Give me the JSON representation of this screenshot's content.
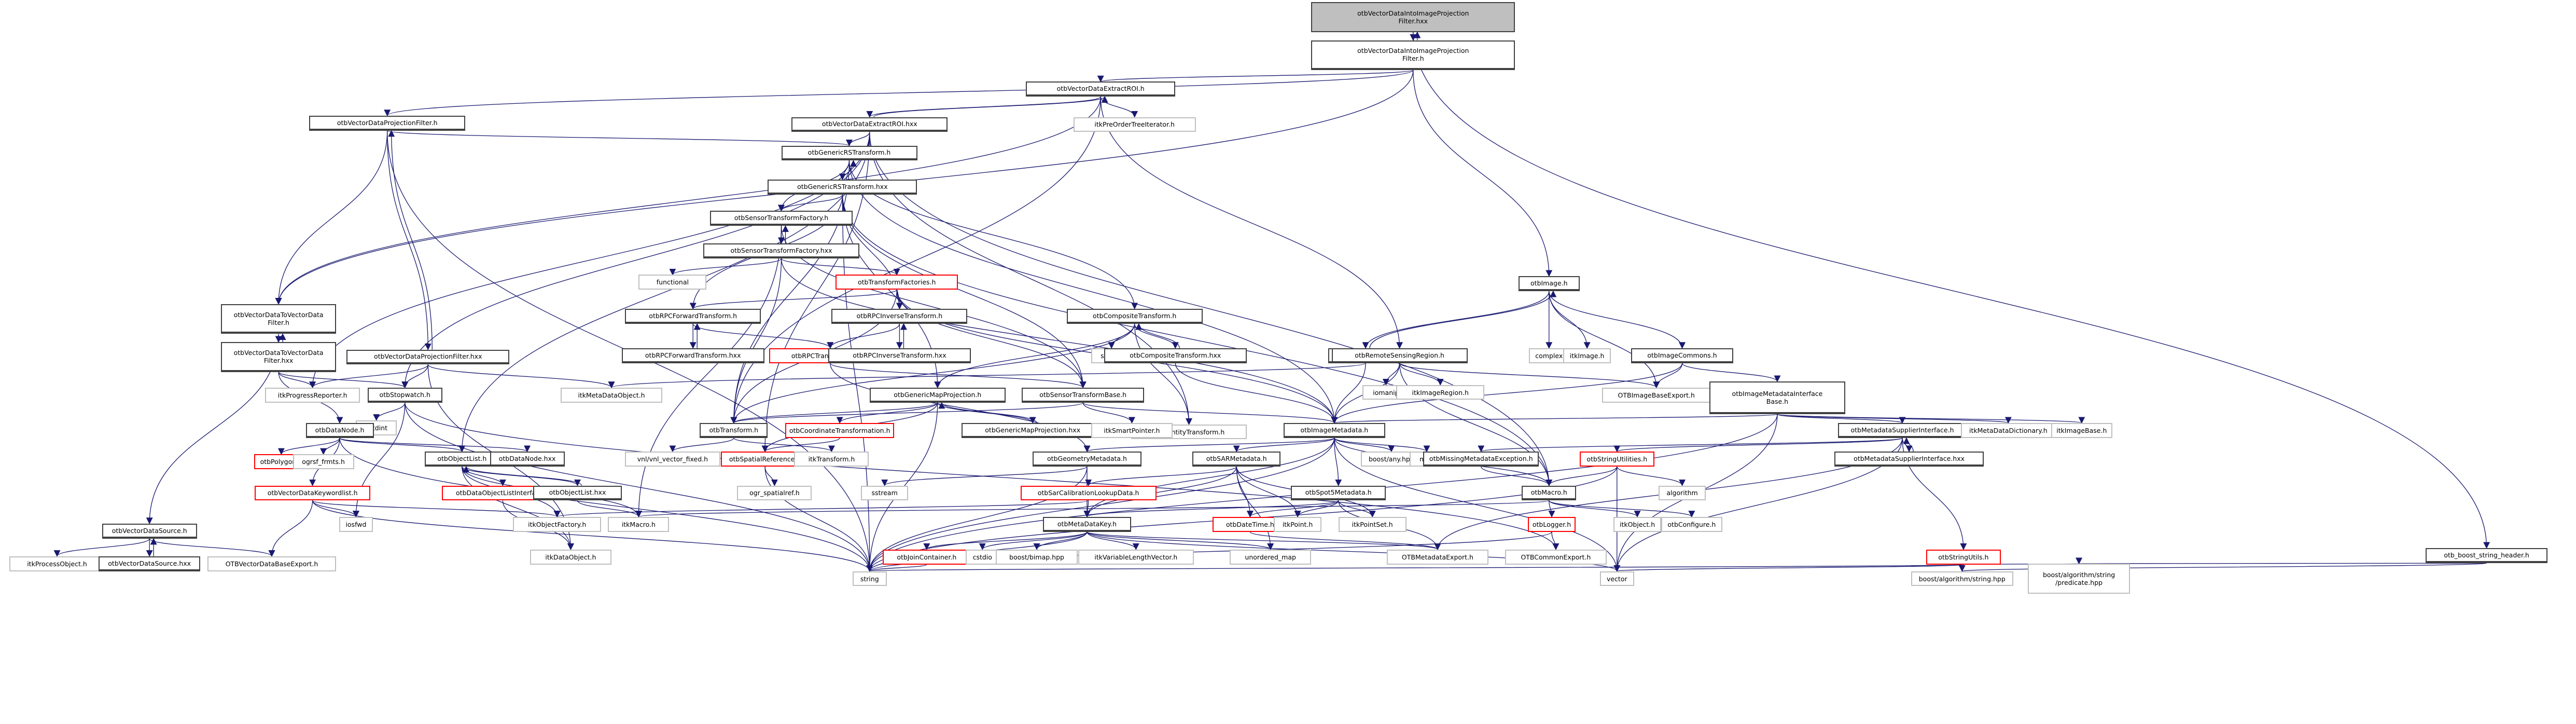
{
  "title": "otbVectorDataIntoImageProjectionFilter.hxx include dependency graph",
  "colors": {
    "edge": "#191970",
    "root_fill": "#bfbfbf",
    "red_border": "#ff0000",
    "external_border": "#bfbfbf"
  },
  "nodes": [
    {
      "id": "root",
      "label": "otbVectorDataIntoImageProjection\nFilter.hxx",
      "kind": "root"
    },
    {
      "id": "vdiipf_h",
      "label": "otbVectorDataIntoImageProjection\nFilter.h",
      "kind": "doc"
    },
    {
      "id": "vdextract_h",
      "label": "otbVectorDataExtractROI.h",
      "kind": "doc"
    },
    {
      "id": "vdproj_h",
      "label": "otbVectorDataProjectionFilter.h",
      "kind": "doc"
    },
    {
      "id": "vdextract_hxx",
      "label": "otbVectorDataExtractROI.hxx",
      "kind": "doc"
    },
    {
      "id": "preorder",
      "label": "itkPreOrderTreeIterator.h",
      "kind": "ext"
    },
    {
      "id": "genrs_h",
      "label": "otbGenericRSTransform.h",
      "kind": "doc"
    },
    {
      "id": "genrs_hxx",
      "label": "otbGenericRSTransform.hxx",
      "kind": "doc"
    },
    {
      "id": "stf_h",
      "label": "otbSensorTransformFactory.h",
      "kind": "doc"
    },
    {
      "id": "stf_hxx",
      "label": "otbSensorTransformFactory.hxx",
      "kind": "doc"
    },
    {
      "id": "functional",
      "label": "functional",
      "kind": "ext"
    },
    {
      "id": "tfactories",
      "label": "otbTransformFactories.h",
      "kind": "red"
    },
    {
      "id": "rpcfwd_h",
      "label": "otbRPCForwardTransform.h",
      "kind": "doc"
    },
    {
      "id": "rpcinv_h",
      "label": "otbRPCInverseTransform.h",
      "kind": "doc"
    },
    {
      "id": "rpcfwd_hxx",
      "label": "otbRPCForwardTransform.hxx",
      "kind": "doc"
    },
    {
      "id": "rpcbase",
      "label": "otbRPCTransformBase.h",
      "kind": "red"
    },
    {
      "id": "rpcinv_hxx",
      "label": "otbRPCInverseTransform.hxx",
      "kind": "doc"
    },
    {
      "id": "comp_h",
      "label": "otbCompositeTransform.h",
      "kind": "doc"
    },
    {
      "id": "stdio",
      "label": "stdio.h",
      "kind": "ext"
    },
    {
      "id": "comp_hxx",
      "label": "otbCompositeTransform.hxx",
      "kind": "doc"
    },
    {
      "id": "identity",
      "label": "itkIdentityTransform.h",
      "kind": "ext"
    },
    {
      "id": "image_h",
      "label": "otbImage.h",
      "kind": "doc"
    },
    {
      "id": "complex",
      "label": "complex",
      "kind": "ext"
    },
    {
      "id": "itkimage",
      "label": "itkImage.h",
      "kind": "ext"
    },
    {
      "id": "imgcommons",
      "label": "otbImageCommons.h",
      "kind": "doc"
    },
    {
      "id": "image_hxx",
      "label": "otbImage.hxx",
      "kind": "doc"
    },
    {
      "id": "rsregion",
      "label": "otbRemoteSensingRegion.h",
      "kind": "doc"
    },
    {
      "id": "iomanip",
      "label": "iomanip",
      "kind": "ext"
    },
    {
      "id": "itkimgregion",
      "label": "itkImageRegion.h",
      "kind": "ext"
    },
    {
      "id": "imgbaseexport",
      "label": "OTBImageBaseExport.h",
      "kind": "ext"
    },
    {
      "id": "imibase",
      "label": "otbImageMetadataInterface\nBase.h",
      "kind": "doc"
    },
    {
      "id": "vd2vd_h",
      "label": "otbVectorDataToVectorData\nFilter.h",
      "kind": "doc"
    },
    {
      "id": "vd2vd_hxx",
      "label": "otbVectorDataToVectorData\nFilter.hxx",
      "kind": "doc"
    },
    {
      "id": "vdproj_hxx",
      "label": "otbVectorDataProjectionFilter.hxx",
      "kind": "doc"
    },
    {
      "id": "progress",
      "label": "itkProgressReporter.h",
      "kind": "ext"
    },
    {
      "id": "stopwatch",
      "label": "otbStopwatch.h",
      "kind": "doc"
    },
    {
      "id": "metadataobj",
      "label": "itkMetaDataObject.h",
      "kind": "ext"
    },
    {
      "id": "cstdint",
      "label": "cstdint",
      "kind": "ext"
    },
    {
      "id": "datanode_h",
      "label": "otbDataNode.h",
      "kind": "doc"
    },
    {
      "id": "genmap_h",
      "label": "otbGenericMapProjection.h",
      "kind": "doc"
    },
    {
      "id": "stbase",
      "label": "otbSensorTransformBase.h",
      "kind": "doc"
    },
    {
      "id": "genmap_hxx",
      "label": "otbGenericMapProjection.hxx",
      "kind": "doc"
    },
    {
      "id": "smartptr",
      "label": "itkSmartPointer.h",
      "kind": "ext"
    },
    {
      "id": "transform_h",
      "label": "otbTransform.h",
      "kind": "doc"
    },
    {
      "id": "coordtrans",
      "label": "otbCoordinateTransformation.h",
      "kind": "red"
    },
    {
      "id": "imgmeta",
      "label": "otbImageMetadata.h",
      "kind": "doc"
    },
    {
      "id": "boostany",
      "label": "boost/any.hpp",
      "kind": "ext"
    },
    {
      "id": "map",
      "label": "map",
      "kind": "ext"
    },
    {
      "id": "mdsi_h",
      "label": "otbMetadataSupplierInterface.h",
      "kind": "doc"
    },
    {
      "id": "metadict",
      "label": "itkMetaDataDictionary.h",
      "kind": "ext"
    },
    {
      "id": "imagebase",
      "label": "itkImageBase.h",
      "kind": "ext"
    },
    {
      "id": "polygon",
      "label": "otbPolygon.h",
      "kind": "red"
    },
    {
      "id": "ogrsf",
      "label": "ogrsf_frmts.h",
      "kind": "ext"
    },
    {
      "id": "objlist_h",
      "label": "otbObjectList.h",
      "kind": "doc"
    },
    {
      "id": "datanode_hxx",
      "label": "otbDataNode.hxx",
      "kind": "doc"
    },
    {
      "id": "vnlfixed",
      "label": "vnl/vnl_vector_fixed.h",
      "kind": "ext"
    },
    {
      "id": "spatialref",
      "label": "otbSpatialReference.h",
      "kind": "red"
    },
    {
      "id": "itktransform",
      "label": "itkTransform.h",
      "kind": "ext"
    },
    {
      "id": "geommeta",
      "label": "otbGeometryMetadata.h",
      "kind": "doc"
    },
    {
      "id": "sarmeta",
      "label": "otbSARMetadata.h",
      "kind": "doc"
    },
    {
      "id": "missingmeta",
      "label": "otbMissingMetadataException.h",
      "kind": "doc"
    },
    {
      "id": "strutilities",
      "label": "otbStringUtilities.h",
      "kind": "red"
    },
    {
      "id": "mdsi_hxx",
      "label": "otbMetadataSupplierInterface.hxx",
      "kind": "doc"
    },
    {
      "id": "vdsource_h",
      "label": "otbVectorDataSource.h",
      "kind": "doc"
    },
    {
      "id": "vdkeyword",
      "label": "otbVectorDataKeywordlist.h",
      "kind": "red"
    },
    {
      "id": "dolistif",
      "label": "otbDataObjectListInterface.h",
      "kind": "red"
    },
    {
      "id": "objlist_hxx",
      "label": "otbObjectList.hxx",
      "kind": "doc"
    },
    {
      "id": "ogrspatial",
      "label": "ogr_spatialref.h",
      "kind": "ext"
    },
    {
      "id": "sstream",
      "label": "sstream",
      "kind": "ext"
    },
    {
      "id": "sarcalib",
      "label": "otbSarCalibrationLookupData.h",
      "kind": "red"
    },
    {
      "id": "spot5",
      "label": "otbSpot5Metadata.h",
      "kind": "doc"
    },
    {
      "id": "otbmacro",
      "label": "otbMacro.h",
      "kind": "doc"
    },
    {
      "id": "algorithm",
      "label": "algorithm",
      "kind": "ext"
    },
    {
      "id": "processobj",
      "label": "itkProcessObject.h",
      "kind": "ext"
    },
    {
      "id": "vdsource_hxx",
      "label": "otbVectorDataSource.hxx",
      "kind": "doc"
    },
    {
      "id": "vdbaseexport",
      "label": "OTBVectorDataBaseExport.h",
      "kind": "ext"
    },
    {
      "id": "iosfwd",
      "label": "iosfwd",
      "kind": "ext"
    },
    {
      "id": "objfactory",
      "label": "itkObjectFactory.h",
      "kind": "ext"
    },
    {
      "id": "itkmacro",
      "label": "itkMacro.h",
      "kind": "ext"
    },
    {
      "id": "metadatakey",
      "label": "otbMetaDataKey.h",
      "kind": "doc"
    },
    {
      "id": "datetime",
      "label": "otbDateTime.h",
      "kind": "red"
    },
    {
      "id": "itkpoint",
      "label": "itkPoint.h",
      "kind": "ext"
    },
    {
      "id": "pointset",
      "label": "itkPointSet.h",
      "kind": "ext"
    },
    {
      "id": "logger",
      "label": "otbLogger.h",
      "kind": "red"
    },
    {
      "id": "itkobject",
      "label": "itkObject.h",
      "kind": "ext"
    },
    {
      "id": "configure",
      "label": "otbConfigure.h",
      "kind": "ext"
    },
    {
      "id": "dataobject",
      "label": "itkDataObject.h",
      "kind": "ext"
    },
    {
      "id": "joincontainer",
      "label": "otbJoinContainer.h",
      "kind": "red"
    },
    {
      "id": "cstdio",
      "label": "cstdio",
      "kind": "ext"
    },
    {
      "id": "bimap",
      "label": "boost/bimap.hpp",
      "kind": "ext"
    },
    {
      "id": "varlen",
      "label": "itkVariableLengthVector.h",
      "kind": "ext"
    },
    {
      "id": "unordered",
      "label": "unordered_map",
      "kind": "ext"
    },
    {
      "id": "metaexport",
      "label": "OTBMetadataExport.h",
      "kind": "ext"
    },
    {
      "id": "commonexport",
      "label": "OTBCommonExport.h",
      "kind": "ext"
    },
    {
      "id": "strutils",
      "label": "otbStringUtils.h",
      "kind": "red"
    },
    {
      "id": "boostheader",
      "label": "otb_boost_string_header.h",
      "kind": "doc"
    },
    {
      "id": "string",
      "label": "string",
      "kind": "ext"
    },
    {
      "id": "vector",
      "label": "vector",
      "kind": "ext"
    },
    {
      "id": "boostalgo",
      "label": "boost/algorithm/string.hpp",
      "kind": "ext"
    },
    {
      "id": "predicate",
      "label": "boost/algorithm/string\n/predicate.hpp",
      "kind": "ext"
    }
  ],
  "edges": [
    [
      "root",
      "vdiipf_h"
    ],
    [
      "vdiipf_h",
      "root"
    ],
    [
      "root",
      "boostheader"
    ],
    [
      "vdiipf_h",
      "vdextract_h"
    ],
    [
      "vdiipf_h",
      "vdproj_h"
    ],
    [
      "vdiipf_h",
      "vd2vd_h"
    ],
    [
      "vdiipf_h",
      "image_h"
    ],
    [
      "vdextract_h",
      "vdextract_hxx"
    ],
    [
      "vdextract_hxx",
      "vdextract_h"
    ],
    [
      "vdextract_h",
      "preorder"
    ],
    [
      "vdextract_h",
      "rsregion"
    ],
    [
      "vdextract_h",
      "vd2vd_h"
    ],
    [
      "vdextract_h",
      "transform_h"
    ],
    [
      "vdextract_hxx",
      "genrs_h"
    ],
    [
      "vdextract_hxx",
      "stopwatch"
    ],
    [
      "vdextract_hxx",
      "objlist_h"
    ],
    [
      "vdextract_hxx",
      "otbmacro"
    ],
    [
      "vdextract_hxx",
      "identity"
    ],
    [
      "vdextract_hxx",
      "spatialref"
    ],
    [
      "vdextract_hxx",
      "progress"
    ],
    [
      "vdproj_h",
      "vdproj_hxx"
    ],
    [
      "vdproj_hxx",
      "vdproj_h"
    ],
    [
      "vdproj_h",
      "genrs_h"
    ],
    [
      "vdproj_h",
      "vd2vd_h"
    ],
    [
      "vdproj_h",
      "string"
    ],
    [
      "vdproj_hxx",
      "progress"
    ],
    [
      "vdproj_hxx",
      "stopwatch"
    ],
    [
      "vdproj_hxx",
      "metadataobj"
    ],
    [
      "vdproj_hxx",
      "dataobject"
    ],
    [
      "genrs_h",
      "genrs_hxx"
    ],
    [
      "genrs_hxx",
      "genrs_h"
    ],
    [
      "genrs_h",
      "stf_h"
    ],
    [
      "genrs_h",
      "comp_h"
    ],
    [
      "genrs_h",
      "imgmeta"
    ],
    [
      "genrs_h",
      "transform_h"
    ],
    [
      "genrs_hxx",
      "stf_h"
    ],
    [
      "genrs_hxx",
      "rpcfwd_h"
    ],
    [
      "genrs_hxx",
      "rpcinv_h"
    ],
    [
      "genrs_hxx",
      "genmap_h"
    ],
    [
      "genrs_hxx",
      "stbase"
    ],
    [
      "genrs_hxx",
      "otbmacro"
    ],
    [
      "genrs_hxx",
      "string"
    ],
    [
      "stf_h",
      "stf_hxx"
    ],
    [
      "stf_hxx",
      "stf_h"
    ],
    [
      "stf_h",
      "stbase"
    ],
    [
      "stf_h",
      "itkmacro"
    ],
    [
      "stf_hxx",
      "functional"
    ],
    [
      "stf_hxx",
      "tfactories"
    ],
    [
      "stf_hxx",
      "transform_h"
    ],
    [
      "stf_hxx",
      "imgmeta"
    ],
    [
      "tfactories",
      "rpcfwd_h"
    ],
    [
      "tfactories",
      "rpcinv_h"
    ],
    [
      "tfactories",
      "stbase"
    ],
    [
      "tfactories",
      "imgmeta"
    ],
    [
      "tfactories",
      "transform_h"
    ],
    [
      "rpcfwd_h",
      "rpcfwd_hxx"
    ],
    [
      "rpcfwd_hxx",
      "rpcfwd_h"
    ],
    [
      "rpcfwd_h",
      "rpcbase"
    ],
    [
      "rpcinv_h",
      "rpcinv_hxx"
    ],
    [
      "rpcinv_hxx",
      "rpcinv_h"
    ],
    [
      "rpcinv_h",
      "rpcbase"
    ],
    [
      "rpcbase",
      "stbase"
    ],
    [
      "rpcbase",
      "geommeta"
    ],
    [
      "comp_h",
      "comp_hxx"
    ],
    [
      "comp_hxx",
      "comp_h"
    ],
    [
      "comp_h",
      "stdio"
    ],
    [
      "comp_h",
      "transform_h"
    ],
    [
      "comp_h",
      "genmap_h"
    ],
    [
      "comp_h",
      "identity"
    ],
    [
      "comp_hxx",
      "imgmeta"
    ],
    [
      "image_h",
      "image_hxx"
    ],
    [
      "image_hxx",
      "image_h"
    ],
    [
      "image_h",
      "complex"
    ],
    [
      "image_h",
      "itkimage"
    ],
    [
      "image_h",
      "imgcommons"
    ],
    [
      "image_h",
      "imgbaseexport"
    ],
    [
      "image_hxx",
      "imgmeta"
    ],
    [
      "image_hxx",
      "metadataobj"
    ],
    [
      "imgcommons",
      "imgbaseexport"
    ],
    [
      "imgcommons",
      "imibase"
    ],
    [
      "imgcommons",
      "imgmeta"
    ],
    [
      "rsregion",
      "iomanip"
    ],
    [
      "rsregion",
      "itkimgregion"
    ],
    [
      "rsregion",
      "imgbaseexport"
    ],
    [
      "rsregion",
      "imgmeta"
    ],
    [
      "rsregion",
      "otbmacro"
    ],
    [
      "imibase",
      "imgmeta"
    ],
    [
      "imibase",
      "mdsi_h"
    ],
    [
      "imibase",
      "metadict"
    ],
    [
      "imibase",
      "imagebase"
    ],
    [
      "imibase",
      "string"
    ],
    [
      "imibase",
      "vector"
    ],
    [
      "vd2vd_h",
      "vd2vd_hxx"
    ],
    [
      "vd2vd_hxx",
      "vd2vd_h"
    ],
    [
      "vd2vd_h",
      "vdsource_h"
    ],
    [
      "vd2vd_hxx",
      "progress"
    ],
    [
      "vd2vd_hxx",
      "stopwatch"
    ],
    [
      "vd2vd_hxx",
      "datanode_h"
    ],
    [
      "stopwatch",
      "cstdint"
    ],
    [
      "stopwatch",
      "string"
    ],
    [
      "stopwatch",
      "iosfwd"
    ],
    [
      "stopwatch",
      "commonexport"
    ],
    [
      "datanode_h",
      "polygon"
    ],
    [
      "datanode_h",
      "ogrsf"
    ],
    [
      "datanode_h",
      "objlist_h"
    ],
    [
      "datanode_h",
      "datanode_hxx"
    ],
    [
      "datanode_h",
      "vdkeyword"
    ],
    [
      "datanode_h",
      "string"
    ],
    [
      "genmap_h",
      "genmap_hxx"
    ],
    [
      "genmap_hxx",
      "genmap_h"
    ],
    [
      "genmap_h",
      "transform_h"
    ],
    [
      "genmap_h",
      "coordtrans"
    ],
    [
      "genmap_h",
      "spatialref"
    ],
    [
      "genmap_h",
      "string"
    ],
    [
      "stbase",
      "smartptr"
    ],
    [
      "stbase",
      "transform_h"
    ],
    [
      "stbase",
      "imgmeta"
    ],
    [
      "transform_h",
      "vnlfixed"
    ],
    [
      "transform_h",
      "itktransform"
    ],
    [
      "coordtrans",
      "spatialref"
    ],
    [
      "imgmeta",
      "geommeta"
    ],
    [
      "imgmeta",
      "sarmeta"
    ],
    [
      "imgmeta",
      "spot5"
    ],
    [
      "imgmeta",
      "boostany"
    ],
    [
      "imgmeta",
      "map"
    ],
    [
      "imgmeta",
      "otbmacro"
    ],
    [
      "imgmeta",
      "metadatakey"
    ],
    [
      "imgmeta",
      "string"
    ],
    [
      "imgmeta",
      "vector"
    ],
    [
      "mdsi_h",
      "mdsi_hxx"
    ],
    [
      "mdsi_hxx",
      "mdsi_h"
    ],
    [
      "mdsi_h",
      "missingmeta"
    ],
    [
      "mdsi_h",
      "strutilities"
    ],
    [
      "mdsi_h",
      "strutils"
    ],
    [
      "mdsi_h",
      "metaexport"
    ],
    [
      "mdsi_h",
      "vector"
    ],
    [
      "objlist_h",
      "objlist_hxx"
    ],
    [
      "objlist_hxx",
      "objlist_h"
    ],
    [
      "objlist_h",
      "dolistif"
    ],
    [
      "objlist_h",
      "dataobject"
    ],
    [
      "objlist_h",
      "objfactory"
    ],
    [
      "objlist_h",
      "itkmacro"
    ],
    [
      "spatialref",
      "ogrspatial"
    ],
    [
      "spatialref",
      "string"
    ],
    [
      "geommeta",
      "metadatakey"
    ],
    [
      "geommeta",
      "sstream"
    ],
    [
      "geommeta",
      "string"
    ],
    [
      "sarmeta",
      "sarcalib"
    ],
    [
      "sarmeta",
      "metadatakey"
    ],
    [
      "sarmeta",
      "datetime"
    ],
    [
      "sarmeta",
      "itkpoint"
    ],
    [
      "sarmeta",
      "pointset"
    ],
    [
      "sarmeta",
      "unordered"
    ],
    [
      "missingmeta",
      "otbmacro"
    ],
    [
      "strutilities",
      "algorithm"
    ],
    [
      "strutilities",
      "otbmacro"
    ],
    [
      "strutilities",
      "vector"
    ],
    [
      "strutilities",
      "string"
    ],
    [
      "vdsource_h",
      "vdsource_hxx"
    ],
    [
      "vdsource_hxx",
      "vdsource_h"
    ],
    [
      "vdsource_h",
      "processobj"
    ],
    [
      "vdsource_h",
      "vdbaseexport"
    ],
    [
      "vdkeyword",
      "vdbaseexport"
    ],
    [
      "vdkeyword",
      "iosfwd"
    ],
    [
      "vdkeyword",
      "objfactory"
    ],
    [
      "vdkeyword",
      "string"
    ],
    [
      "dolistif",
      "dataobject"
    ],
    [
      "objlist_hxx",
      "itkmacro"
    ],
    [
      "sarcalib",
      "metadatakey"
    ],
    [
      "sarcalib",
      "objfactory"
    ],
    [
      "spot5",
      "metadatakey"
    ],
    [
      "spot5",
      "datetime"
    ],
    [
      "spot5",
      "itkpoint"
    ],
    [
      "spot5",
      "pointset"
    ],
    [
      "spot5",
      "metaexport"
    ],
    [
      "otbmacro",
      "logger"
    ],
    [
      "otbmacro",
      "itkobject"
    ],
    [
      "otbmacro",
      "configure"
    ],
    [
      "otbmacro",
      "itkmacro"
    ],
    [
      "logger",
      "commonexport"
    ],
    [
      "logger",
      "string"
    ],
    [
      "metadatakey",
      "joincontainer"
    ],
    [
      "metadatakey",
      "cstdio"
    ],
    [
      "metadatakey",
      "bimap"
    ],
    [
      "metadatakey",
      "varlen"
    ],
    [
      "metadatakey",
      "unordered"
    ],
    [
      "metadatakey",
      "metaexport"
    ],
    [
      "metadatakey",
      "string"
    ],
    [
      "metadatakey",
      "vector"
    ],
    [
      "datetime",
      "metaexport"
    ],
    [
      "joincontainer",
      "string"
    ],
    [
      "strutils",
      "boostalgo"
    ],
    [
      "strutils",
      "predicate"
    ],
    [
      "strutils",
      "vector"
    ],
    [
      "strutils",
      "string"
    ],
    [
      "boostheader",
      "boostalgo"
    ],
    [
      "boostheader",
      "predicate"
    ]
  ]
}
